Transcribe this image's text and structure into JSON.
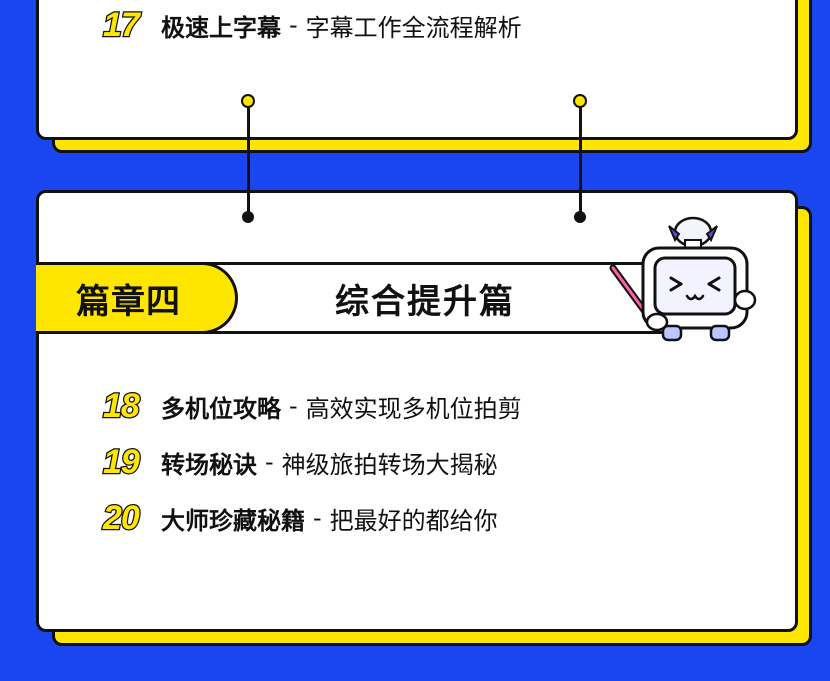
{
  "top_items": [
    {
      "number": "17",
      "title": "极速上字幕",
      "separator": "-",
      "desc": "字幕工作全流程解析"
    }
  ],
  "chapter": {
    "tag": "篇章四",
    "title": "综合提升篇"
  },
  "items": [
    {
      "number": "18",
      "title": "多机位攻略",
      "separator": "-",
      "desc": "高效实现多机位拍剪"
    },
    {
      "number": "19",
      "title": "转场秘诀",
      "separator": "-",
      "desc": "神级旅拍转场大揭秘"
    },
    {
      "number": "20",
      "title": "大师珍藏秘籍",
      "separator": "-",
      "desc": "把最好的都给你"
    }
  ],
  "colors": {
    "background": "#1a46f0",
    "accent": "#ffe600",
    "card": "#ffffff",
    "outline": "#111111"
  },
  "icons": {
    "mascot": "tv-mascot-pointer-icon"
  }
}
